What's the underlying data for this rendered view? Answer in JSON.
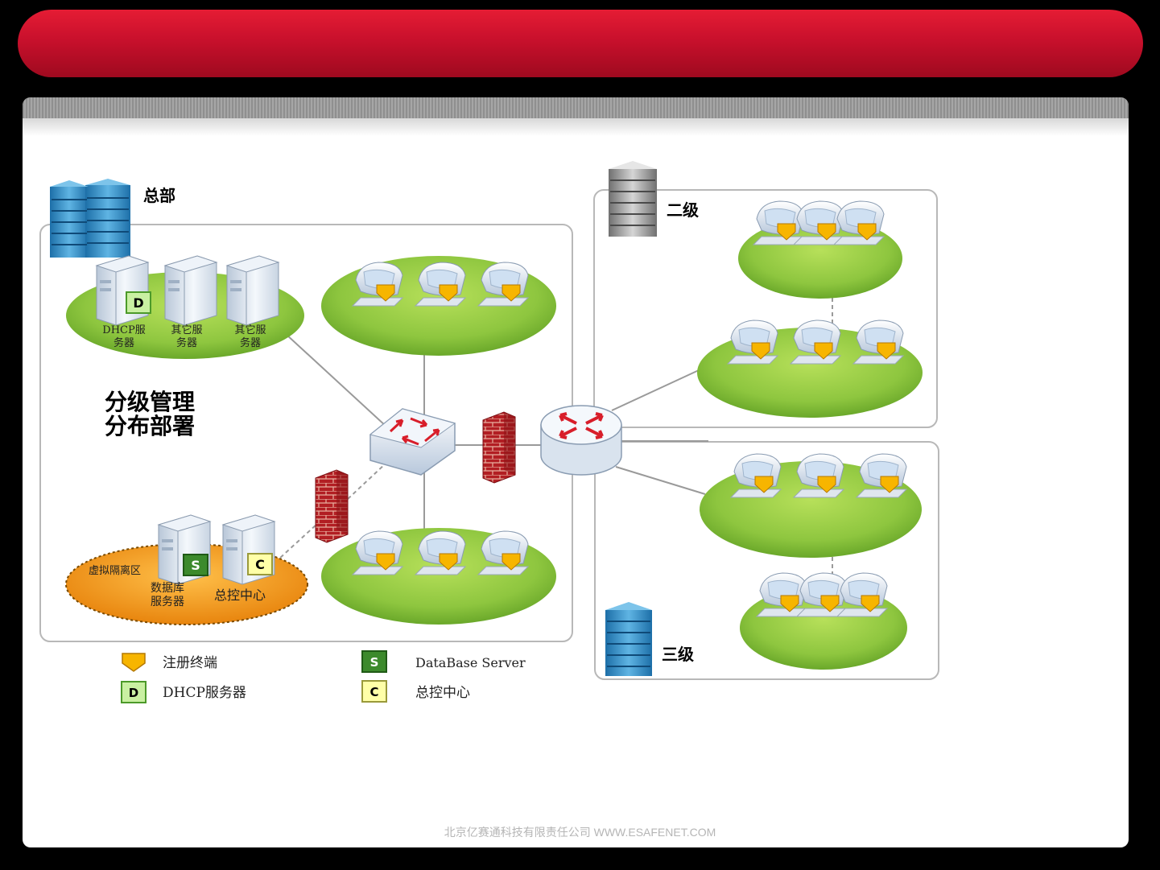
{
  "headquarters": {
    "title": "总部",
    "slogan_line1": "分级管理",
    "slogan_line2": "分布部署",
    "servers": [
      {
        "line1": "DHCP服",
        "line2": "务器"
      },
      {
        "line1": "其它服",
        "line2": "务器"
      },
      {
        "line1": "其它服",
        "line2": "务器"
      }
    ],
    "dmz": {
      "zone_label": "虚拟隔离区",
      "db_line1": "数据库",
      "db_line2": "服务器",
      "control_label": "总控中心"
    }
  },
  "level2": {
    "title": "二级"
  },
  "level3": {
    "title": "三级"
  },
  "badges": {
    "dhcp": "D",
    "database": "S",
    "control": "C"
  },
  "legend": {
    "registered_terminal": "注册终端",
    "dhcp_server": "DHCP服务器",
    "database_server": "DataBase Server",
    "control_center": "总控中心"
  },
  "footer": "北京亿赛通科技有限责任公司   WWW.ESAFENET.COM",
  "colors": {
    "header_red": "#c8102c",
    "lan_green": "#8ec63f",
    "dmz_orange": "#f29b1d",
    "firewall_red": "#b21e23",
    "terminal_yellow": "#f7b500"
  }
}
